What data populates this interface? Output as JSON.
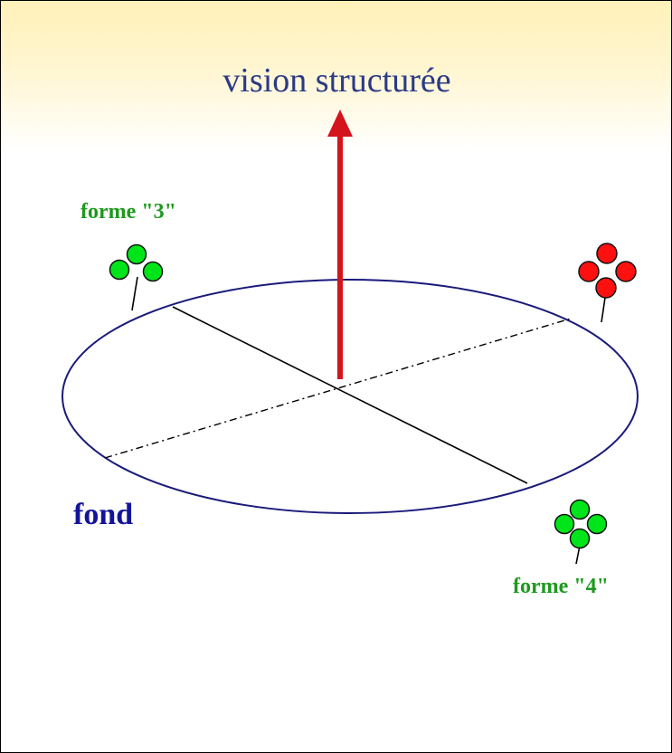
{
  "title": "vision structurée",
  "labels": {
    "forme3": "forme \"3\"",
    "forme4": "forme \"4\"",
    "fond": "fond"
  },
  "colors": {
    "title": "#2b3a86",
    "arrow": "#d4141c",
    "ellipse": "#1a1a7a",
    "green_shape": "#00e51a",
    "red_shape": "#ff1010",
    "label_green": "#1d9a1d",
    "label_fond": "#14149a"
  }
}
